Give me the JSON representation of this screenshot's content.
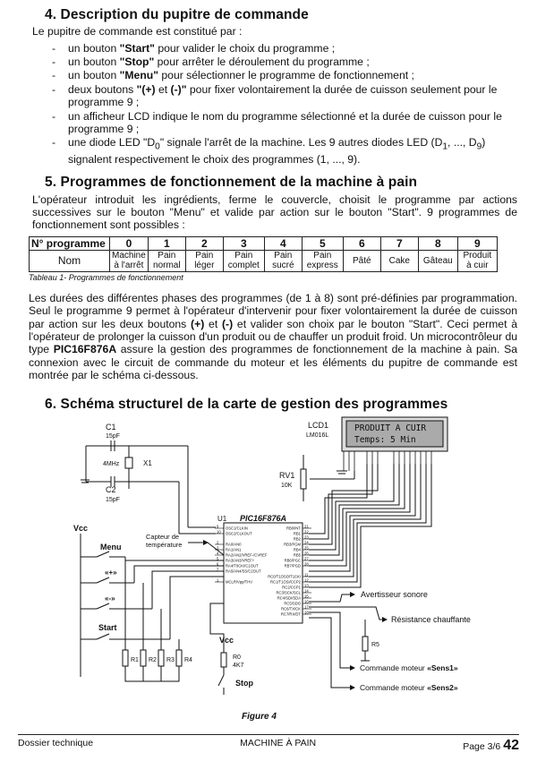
{
  "sec4": {
    "title": "4. Description du pupitre de commande",
    "intro": "Le pupitre de commande est constitué par :",
    "items": [
      {
        "a": "un bouton ",
        "b": "\"Start\"",
        "c": " pour valider le choix du programme ;"
      },
      {
        "a": "un bouton ",
        "b": "\"Stop\"",
        "c": " pour arrêter le déroulement du programme ;"
      },
      {
        "a": "un bouton ",
        "b": "\"Menu\"",
        "c": " pour sélectionner le programme de fonctionnement ;"
      },
      {
        "a": "deux boutons ",
        "b": "\"(+)",
        "c": " et ",
        "d": "(-)\"",
        "e": " pour fixer volontairement la durée de cuisson seulement pour le programme 9 ;"
      },
      {
        "a": "un afficheur LCD indique le nom du programme sélectionné et la durée de cuisson pour le programme 9 ;"
      },
      {
        "a": "une diode LED \"D",
        "sub": "0",
        "c": "\" signale  l'arrêt de la machine. Les 9 autres diodes LED  (D",
        "sub2": "1",
        "e": ", ..., D",
        "sub3": "9",
        "f": ") signalent  respectivement  le choix des programmes (1, ..., 9)."
      }
    ]
  },
  "sec5": {
    "title": "5. Programmes de fonctionnement de la machine à pain",
    "para": "L'opérateur introduit les ingrédients, ferme le couvercle, choisit le programme par actions successives sur le bouton \"Menu\" et valide par action sur le bouton \"Start\". 9  programmes de fonctionnement sont possibles :",
    "table": {
      "h1": "N° programme",
      "h2": "Nom",
      "nums": [
        "0",
        "1",
        "2",
        "3",
        "4",
        "5",
        "6",
        "7",
        "8",
        "9"
      ],
      "names": [
        "Machine à l'arrêt",
        "Pain normal",
        "Pain léger",
        "Pain complet",
        "Pain sucré",
        "Pain express",
        "Pâté",
        "Cake",
        "Gâteau",
        "Produit à cuir"
      ]
    },
    "caption": "Tableau 1- Programmes de fonctionnement",
    "para2a": "Les durées des différentes phases des programmes (de 1 à 8) sont pré-définies par programmation. Seul le programme 9 permet à l'opérateur d'intervenir pour fixer volontairement la durée de cuisson par action sur les deux boutons ",
    "para2b": "(+)",
    "para2c": " et ",
    "para2d": "(-)",
    "para2e": " et valider son choix par le bouton \"Start\". Ceci permet à l'opérateur de prolonger la cuisson d'un produit ou de chauffer un produit froid. Un microcontrôleur du type ",
    "para2f": "PIC16F876A",
    "para2g": " assure la gestion des programmes de fonctionnement de la machine à pain. Sa connexion avec le circuit de commande du moteur et les éléments du pupitre de commande est montrée par le schéma ci-dessous."
  },
  "sec6": {
    "title": "6. Schéma structurel de la carte de gestion des programmes"
  },
  "schema": {
    "c1": "C1",
    "c1v": "15pF",
    "c2": "C2",
    "c2v": "15pF",
    "xtal": "4MHz",
    "x1": "X1",
    "lcd": "LCD1",
    "lcdm": "LM016L",
    "lcd_l1": "PRODUIT A CUIR",
    "lcd_l2": "Temps: 5 Min",
    "rv1": "RV1",
    "rv1v": "10K",
    "u1": "U1",
    "mcu": "PIC16F876A",
    "vcc": "Vcc",
    "menu": "Menu",
    "plus": "«+»",
    "minus": "«-»",
    "start": "Start",
    "capteur": "Capteur de",
    "capteur2": "température",
    "r1": "R1",
    "r2": "R2",
    "r3": "R3",
    "r4": "R4",
    "r0": "R0",
    "r0v": "4K7",
    "stop": "Stop",
    "r5": "R5",
    "avert": "Avertisseur sonore",
    "resist": "Résistance chauffante",
    "sens1a": "Commande moteur ",
    "sens1b": "«Sens1»",
    "sens2a": "Commande moteur ",
    "sens2b": "«Sens2»",
    "pins_left": [
      "OSC1/CLKIN",
      "OSC2/CLKOUT",
      "",
      "RA0/AN0",
      "RA1/AN1",
      "RA2/AN2/VREF-/CVREF",
      "RA3/AN3/VREF+",
      "RA4/T0CKI/C1OUT",
      "RA5/AN4/SS/C2OUT",
      "",
      "MCLR/Vpp/THV"
    ],
    "pins_right": [
      "RB0/INT",
      "RB1",
      "RB2",
      "RB3/PGM",
      "RB4",
      "RB5",
      "RB6/PGC",
      "RB7/PGD",
      "",
      "RC0/T1OSO/T1CKI",
      "RC1/T1OSI/CCP2",
      "RC2/CCP1",
      "RC3/SCK/SCL",
      "RC4/SDI/SDA",
      "RC5/SDO",
      "RC6/TX/CK",
      "RC7/RX/DT"
    ],
    "pnl": [
      "9",
      "10",
      "",
      "2",
      "3",
      "4",
      "5",
      "6",
      "7",
      "",
      "1"
    ],
    "pnr": [
      "21",
      "22",
      "23",
      "24",
      "25",
      "26",
      "27",
      "28",
      "",
      "11",
      "12",
      "13",
      "14",
      "15",
      "16",
      "17",
      "18"
    ]
  },
  "figure": "Figure 4",
  "footer": {
    "left": "Dossier technique",
    "center": "MACHINE À PAIN",
    "right": "Page 3/6",
    "num": "42"
  }
}
